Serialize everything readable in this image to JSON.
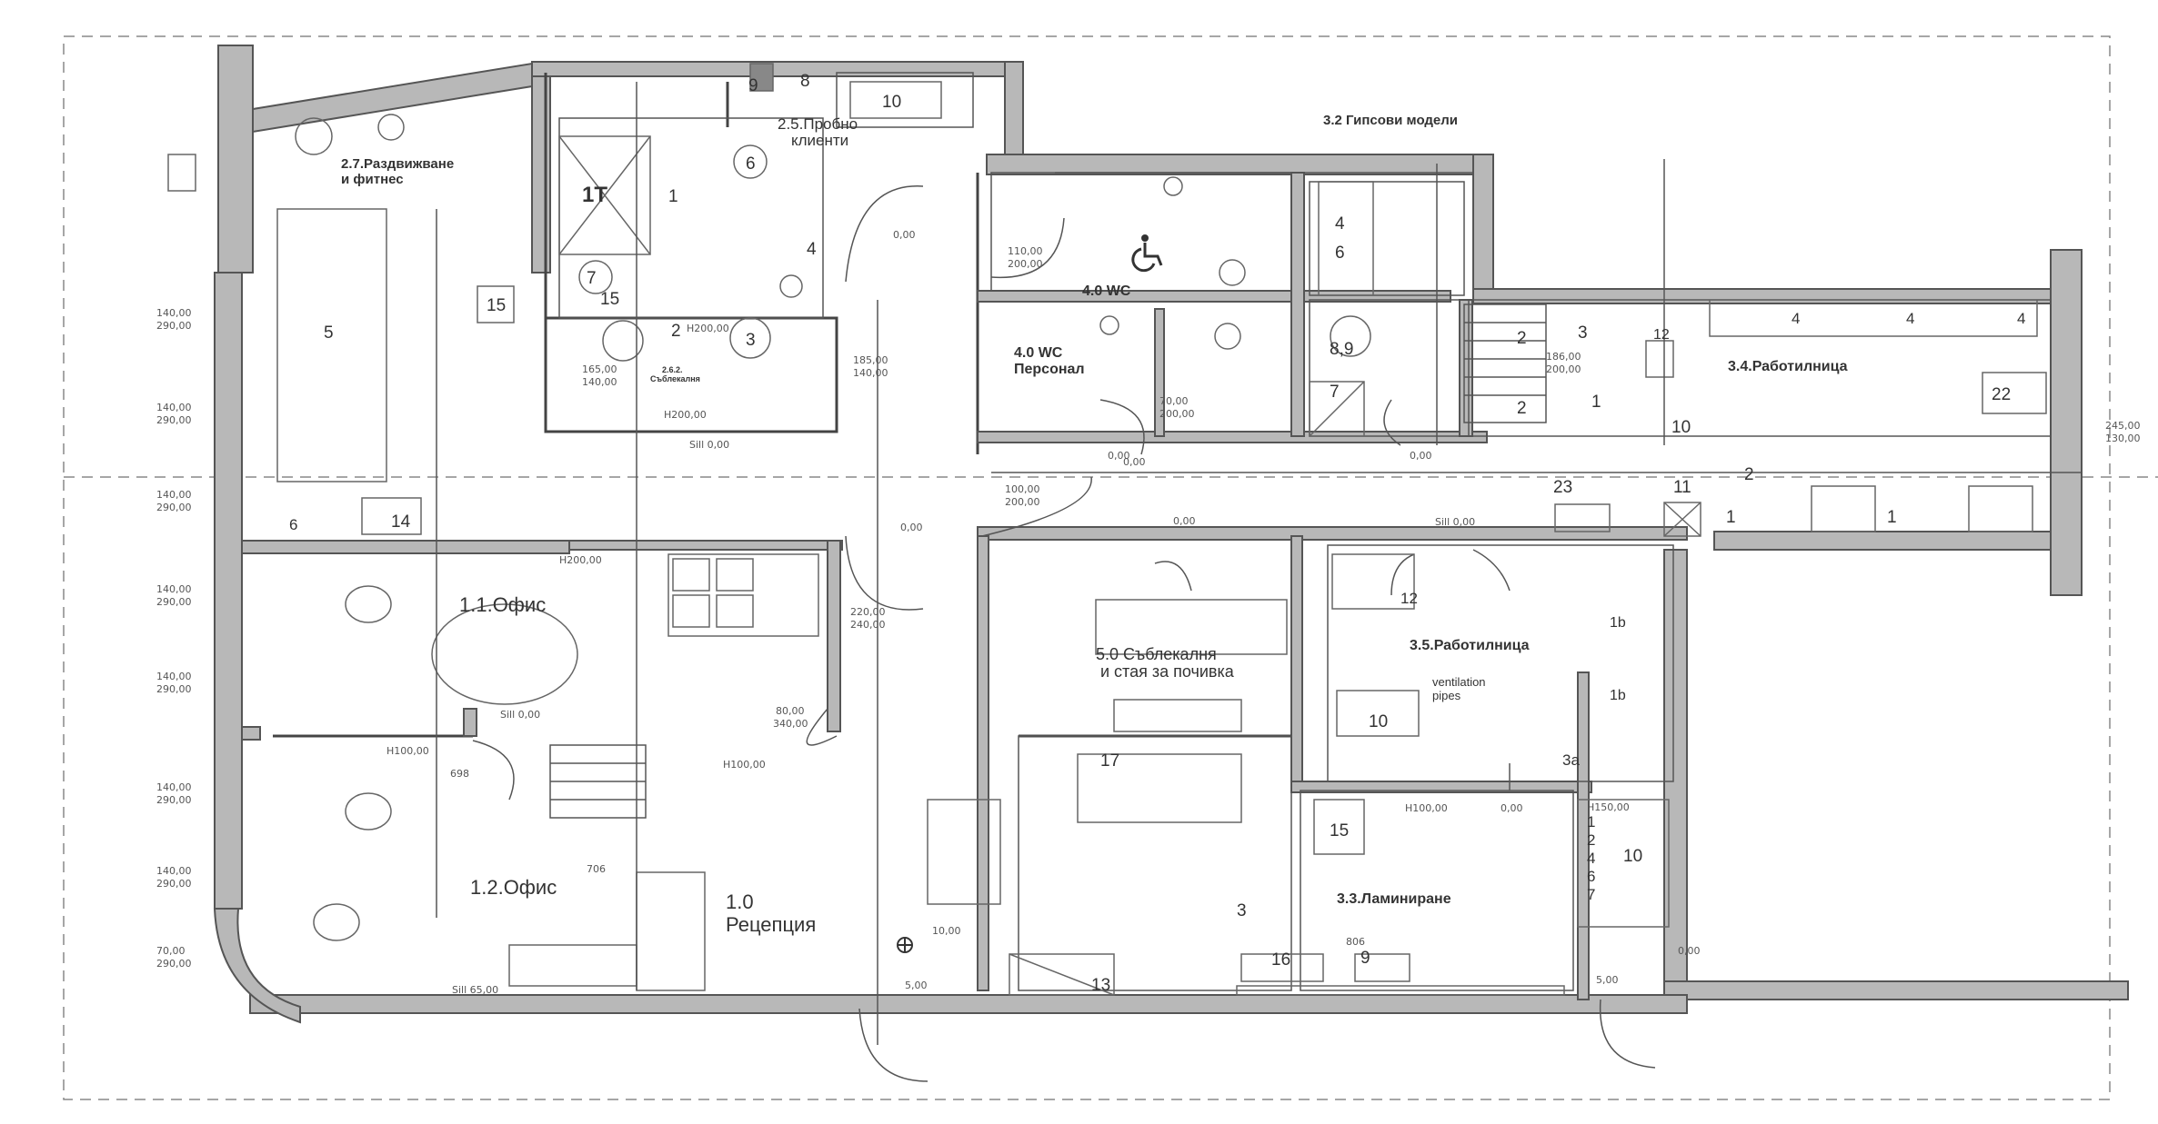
{
  "rooms": {
    "r27": [
      "2.7.Раздвижване",
      "и фитнес"
    ],
    "r25": [
      "2.5.Пробно",
      "клиенти"
    ],
    "r32": "3.2 Гипсови модели",
    "r40wc": "4.0 WC",
    "r40p": [
      "4.0 WC",
      "Персонал"
    ],
    "r34": "3.4.Работилница",
    "r262": [
      "2.6.2.",
      "Съблекалня"
    ],
    "r11": "1.1.Офис",
    "r12": "1.2.Офис",
    "r10": [
      "1.0",
      "Рецепция"
    ],
    "r50": [
      "5.0 Съблекалня",
      "и стая за почивка"
    ],
    "r35": "3.5.Работилница",
    "r33": "3.3.Ламиниране",
    "vent": [
      "ventilation",
      "pipes"
    ]
  },
  "numbers": {
    "n9a": "9",
    "n8a": "8",
    "n10a": "10",
    "n6a": "6",
    "n1t": "1T",
    "n1a": "1",
    "n4a": "4",
    "n7a": "7",
    "n15a": "15",
    "n15b": "15",
    "n5": "5",
    "n2a": "2",
    "n3a": "3",
    "n4b": "4",
    "n6b": "6",
    "n89": "8,9",
    "n7b": "7",
    "n2b": "2",
    "n3b": "3",
    "n12a": "12",
    "n1b": "1",
    "n2c": "2",
    "n4c": "4",
    "n4d": "4",
    "n4e": "4",
    "n22": "22",
    "n10b": "10",
    "n23": "23",
    "n11": "11",
    "n2d": "2",
    "n1c": "1",
    "n1d": "1",
    "n14": "14",
    "n6c": "6",
    "n12b": "12",
    "n1b1": "1b",
    "n1b2": "1b",
    "n10c": "10",
    "n3aa": "3a",
    "n17": "17",
    "n15c": "15",
    "n1e": "1",
    "n2e": "2",
    "n4f": "4",
    "n6d": "6",
    "n7c": "7",
    "n10d": "10",
    "n3c": "3",
    "n16": "16",
    "n9b": "9",
    "n13": "13"
  },
  "dims": {
    "d1": "140,00",
    "d2": "290,00",
    "d3": "140,00",
    "d4": "290,00",
    "d5": "140,00",
    "d6": "290,00",
    "d7": "140,00",
    "d8": "290,00",
    "d9": "140,00",
    "d10": "290,00",
    "d11": "140,00",
    "d12": "290,00",
    "d13": "140,00",
    "d14": "290,00",
    "d15": "70,00",
    "d16": "290,00",
    "d17": "110,00",
    "d18": "200,00",
    "d19": "185,00",
    "d20": "140,00",
    "d21": "165,00",
    "d22": "140,00",
    "d23": "H200,00",
    "d24": "H200,00",
    "d25": "H200,00",
    "d26": "Sill 0,00",
    "d27": "100,00",
    "d28": "200,00",
    "d29": "0,00",
    "d30": "0,00",
    "d31": "220,00",
    "d32": "240,00",
    "d33": "80,00",
    "d34": "340,00",
    "d35": "H100,00",
    "d36": "Sill 0,00",
    "d37": "H100,00",
    "d38": "Sill 65,00",
    "d39": "0,00",
    "d40": "0,00",
    "d41": "186,00",
    "d42": "200,00",
    "d43": "245,00",
    "d44": "130,00",
    "d45": "0,00",
    "d46": "Sill 0,00",
    "d47": "H100,00",
    "d48": "0,00",
    "d49": "H150,00",
    "d50": "5,00",
    "d51": "5,00",
    "d52": "0,00",
    "d53": "10,00",
    "d54": "70,00",
    "d55": "200,00",
    "d56": "0,00",
    "d57": "806",
    "d58": "698",
    "d59": "706"
  }
}
